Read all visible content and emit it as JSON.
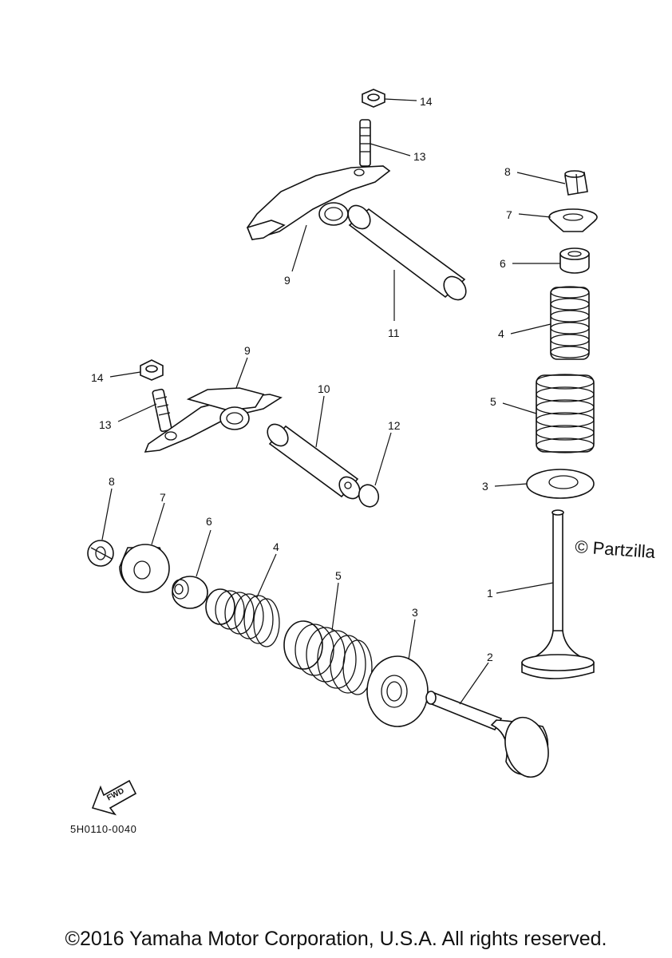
{
  "callouts": {
    "c14a": "14",
    "c13a": "13",
    "c9a": "9",
    "c11": "11",
    "c14b": "14",
    "c13b": "13",
    "c9b": "9",
    "c10": "10",
    "c12": "12",
    "c8r": "8",
    "c7r": "7",
    "c6r": "6",
    "c4r": "4",
    "c5r": "5",
    "c3r": "3",
    "c1": "1",
    "c8l": "8",
    "c7l": "7",
    "c6l": "6",
    "c4l": "4",
    "c5l": "5",
    "c3l": "3",
    "c2": "2"
  },
  "watermark": "© Partzilla",
  "fwd_label": "FWD",
  "diagram_code": "5H0110-0040",
  "copyright": "©2016 Yamaha Motor Corporation, U.S.A. All rights reserved.",
  "icons": {
    "direction_arrow": "fwd-arrow-icon"
  }
}
